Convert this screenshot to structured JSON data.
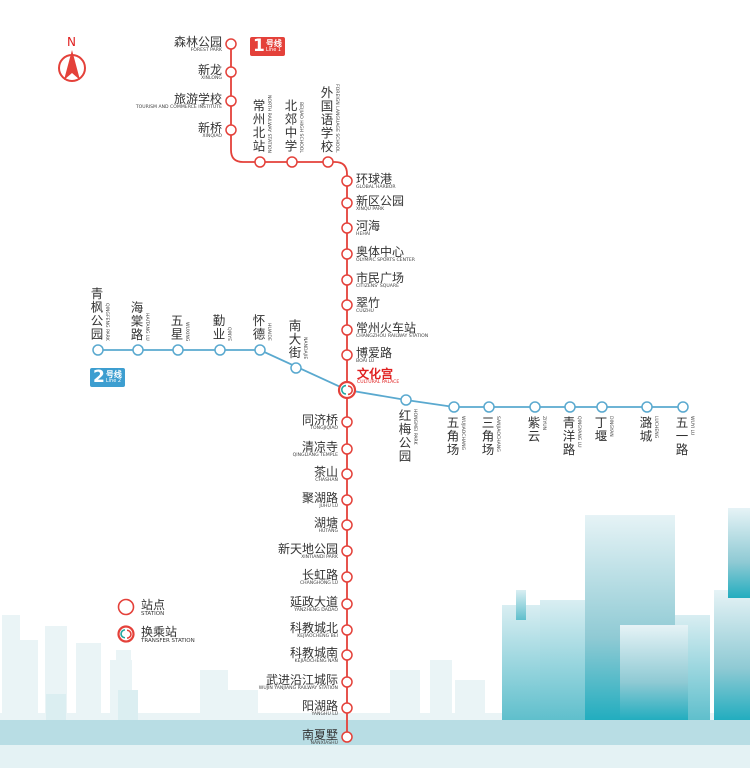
{
  "colors": {
    "line1": "#e4413a",
    "line2": "#5aa9cf",
    "skyline": "#2bb0c0"
  },
  "compass": {
    "label": "N",
    "icon": "north-arrow-icon"
  },
  "line1": {
    "badge_num": "1",
    "badge_cn": "号线",
    "badge_en": "Line 1",
    "stations": [
      {
        "cn": "森林公园",
        "en": "FOREST PARK"
      },
      {
        "cn": "新龙",
        "en": "XINLONG"
      },
      {
        "cn": "旅游学校",
        "en": "TOURISM AND COMMERCE INSTITUTE"
      },
      {
        "cn": "新桥",
        "en": "XINQIAO"
      },
      {
        "cn": "常州北站",
        "en": "NORTH RAILWAY STATION"
      },
      {
        "cn": "北郊中学",
        "en": "BEIJIAO HIGH SCHOOL"
      },
      {
        "cn": "外国语学校",
        "en": "FOREIGN LANGUAGE SCHOOL"
      },
      {
        "cn": "环球港",
        "en": "GLOBAL HARBOR"
      },
      {
        "cn": "新区公园",
        "en": "XINQU PARK"
      },
      {
        "cn": "河海",
        "en": "HEHAI"
      },
      {
        "cn": "奥体中心",
        "en": "OLYMPIC SPORTS CENTER"
      },
      {
        "cn": "市民广场",
        "en": "CITIZENS' SQUARE"
      },
      {
        "cn": "翠竹",
        "en": "CUIZHU"
      },
      {
        "cn": "常州火车站",
        "en": "CHANGZHOU RAILWAY STATION"
      },
      {
        "cn": "博爱路",
        "en": "BOAI LU"
      },
      {
        "cn": "文化宫",
        "en": "CULTURAL PALACE",
        "transfer": true
      },
      {
        "cn": "同济桥",
        "en": "TONGJIQIAO"
      },
      {
        "cn": "清凉寺",
        "en": "QINGLIANG TEMPLE"
      },
      {
        "cn": "茶山",
        "en": "CHASHAN"
      },
      {
        "cn": "聚湖路",
        "en": "JUHU LU"
      },
      {
        "cn": "湖塘",
        "en": "HUTANG"
      },
      {
        "cn": "新天地公园",
        "en": "XINTIANDI PARK"
      },
      {
        "cn": "长虹路",
        "en": "CHANGHONG LU"
      },
      {
        "cn": "延政大道",
        "en": "YANZHENG DADAO"
      },
      {
        "cn": "科教城北",
        "en": "KEJIAOCHENG BEI"
      },
      {
        "cn": "科教城南",
        "en": "KEJIAOCHENG NAN"
      },
      {
        "cn": "武进沿江城际",
        "en": "WUJIN YANJIANG RAILWAY STATION"
      },
      {
        "cn": "阳湖路",
        "en": "YANGHU LU"
      },
      {
        "cn": "南夏墅",
        "en": "NANXIASHU"
      }
    ]
  },
  "line2": {
    "badge_num": "2",
    "badge_cn": "号线",
    "badge_en": "Line 2",
    "stations": [
      {
        "cn": "青枫公园",
        "en": "QINGFENG PARK"
      },
      {
        "cn": "海棠路",
        "en": "HAITANG LU"
      },
      {
        "cn": "五星",
        "en": "WUXING"
      },
      {
        "cn": "勤业",
        "en": "QINYE"
      },
      {
        "cn": "怀德",
        "en": "HUAIDE"
      },
      {
        "cn": "南大街",
        "en": "NANDAJIE"
      },
      {
        "cn": "红梅公园",
        "en": "HONGMEI PARK"
      },
      {
        "cn": "五角场",
        "en": "WUJIAOCHANG"
      },
      {
        "cn": "三角场",
        "en": "SANJIAOCHANG"
      },
      {
        "cn": "紫云",
        "en": "ZIYUN"
      },
      {
        "cn": "青洋路",
        "en": "QINGYANG LU"
      },
      {
        "cn": "丁堰",
        "en": "DINGYAN"
      },
      {
        "cn": "潞城",
        "en": "LUCHENG"
      },
      {
        "cn": "五一路",
        "en": "WUYI LU"
      }
    ]
  },
  "legend": {
    "station_cn": "站点",
    "station_en": "STATION",
    "transfer_cn": "换乘站",
    "transfer_en": "TRANSFER STATION"
  }
}
